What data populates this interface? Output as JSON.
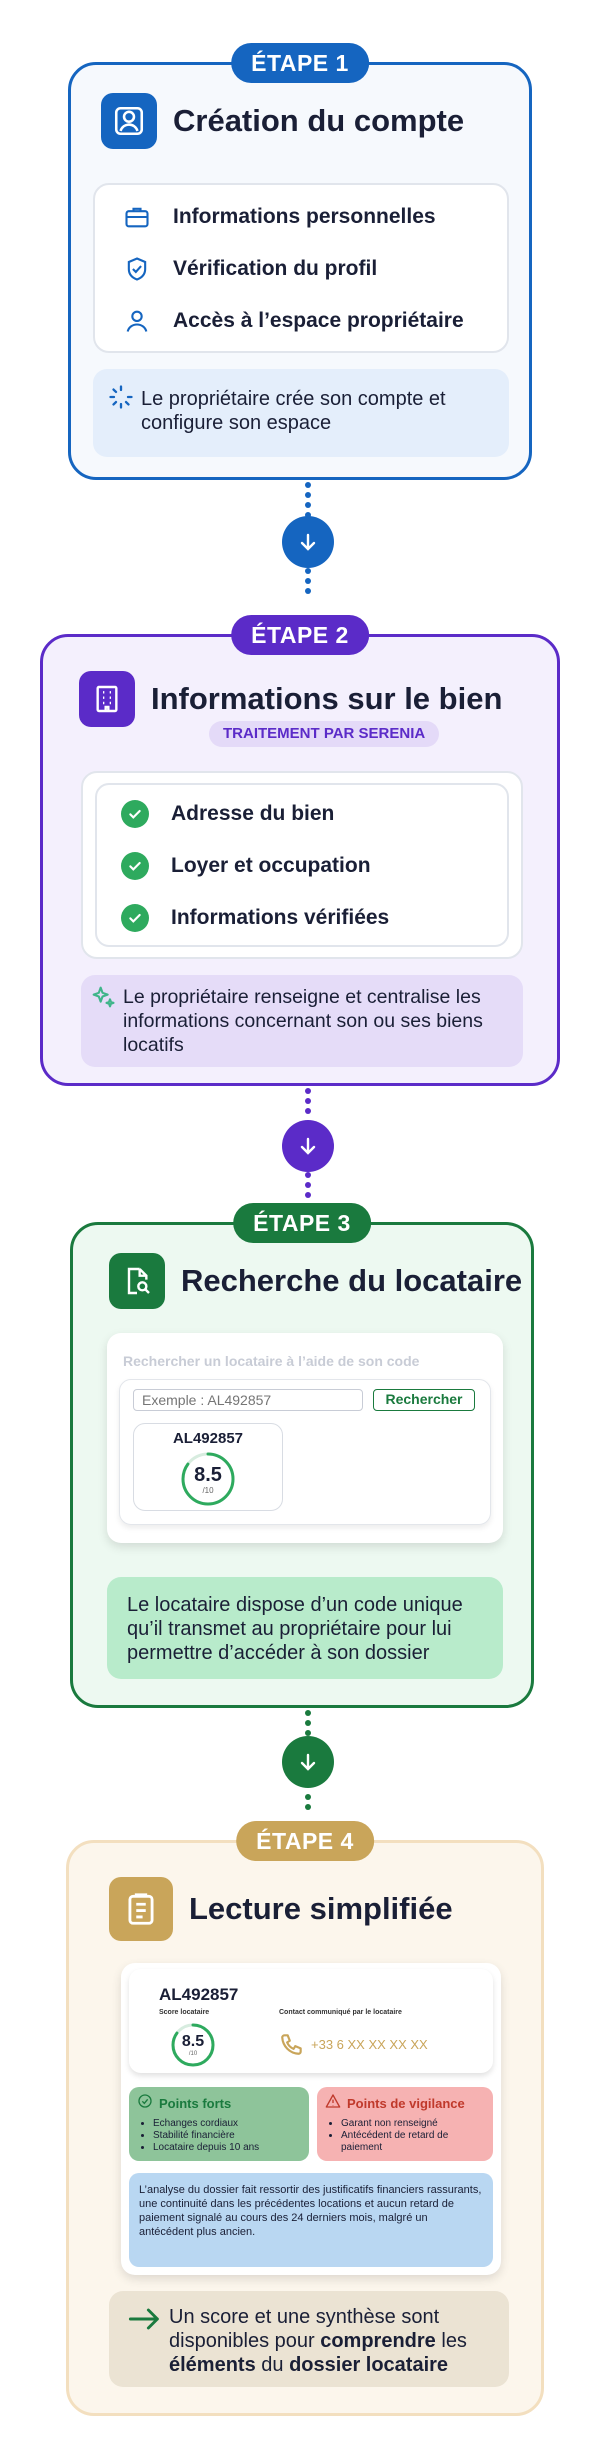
{
  "step1": {
    "badge": "ÉTAPE 1",
    "title": "Création du compte",
    "items": [
      {
        "label": "Informations personnelles",
        "icon": "briefcase-icon"
      },
      {
        "label": "Vérification du profil",
        "icon": "shield-check-icon"
      },
      {
        "label": "Accès à l’espace propriétaire",
        "icon": "user-icon"
      }
    ],
    "note": "Le propriétaire crée son compte et configure son espace",
    "color": "#1565c0"
  },
  "step2": {
    "badge": "ÉTAPE 2",
    "title": "Informations sur le bien",
    "subtitle": "TRAITEMENT PAR SERENIA",
    "items": [
      {
        "label": "Adresse du bien",
        "icon": "check-circle-icon"
      },
      {
        "label": "Loyer et occupation",
        "icon": "check-circle-icon"
      },
      {
        "label": "Informations vérifiées",
        "icon": "check-circle-icon"
      }
    ],
    "note": "Le propriétaire renseigne et centralise les informations concernant son ou ses biens locatifs",
    "color": "#5b2bc8"
  },
  "step3": {
    "badge": "ÉTAPE 3",
    "title": "Recherche du locataire",
    "search_heading": "Rechercher un locataire à l’aide de son code",
    "search_placeholder": "Exemple : AL492857",
    "search_button": "Rechercher",
    "result_code": "AL492857",
    "result_score": "8.5",
    "result_score_max": "/10",
    "note": "Le locataire dispose d’un code unique qu’il transmet au propriétaire pour lui permettre d’accéder à son dossier",
    "color": "#1a7a3e"
  },
  "step4": {
    "badge": "ÉTAPE 4",
    "title": "Lecture simplifiée",
    "code": "AL492857",
    "score_label": "Score locataire",
    "score": "8.5",
    "score_max": "/10",
    "contact_label": "Contact communiqué par le locataire",
    "phone": "+33 6 XX XX XX XX",
    "strengths_title": "Points forts",
    "strengths": [
      "Echanges cordiaux",
      "Stabilité financière",
      "Locataire depuis 10 ans"
    ],
    "warnings_title": "Points de vigilance",
    "warnings": [
      "Garant non renseigné",
      "Antécédent de retard de paiement"
    ],
    "analysis": "L’analyse du dossier fait ressortir des justificatifs financiers rassurants, une continuité dans les précédentes locations et aucun retard de paiement signalé au cours des 24 derniers mois, malgré un antécédent plus ancien.",
    "footer_parts": [
      "Un score et une synthèse sont disponibles pour ",
      "comprendre",
      " les ",
      "éléments",
      " du ",
      "dossier locataire"
    ],
    "color": "#c9a55a"
  }
}
